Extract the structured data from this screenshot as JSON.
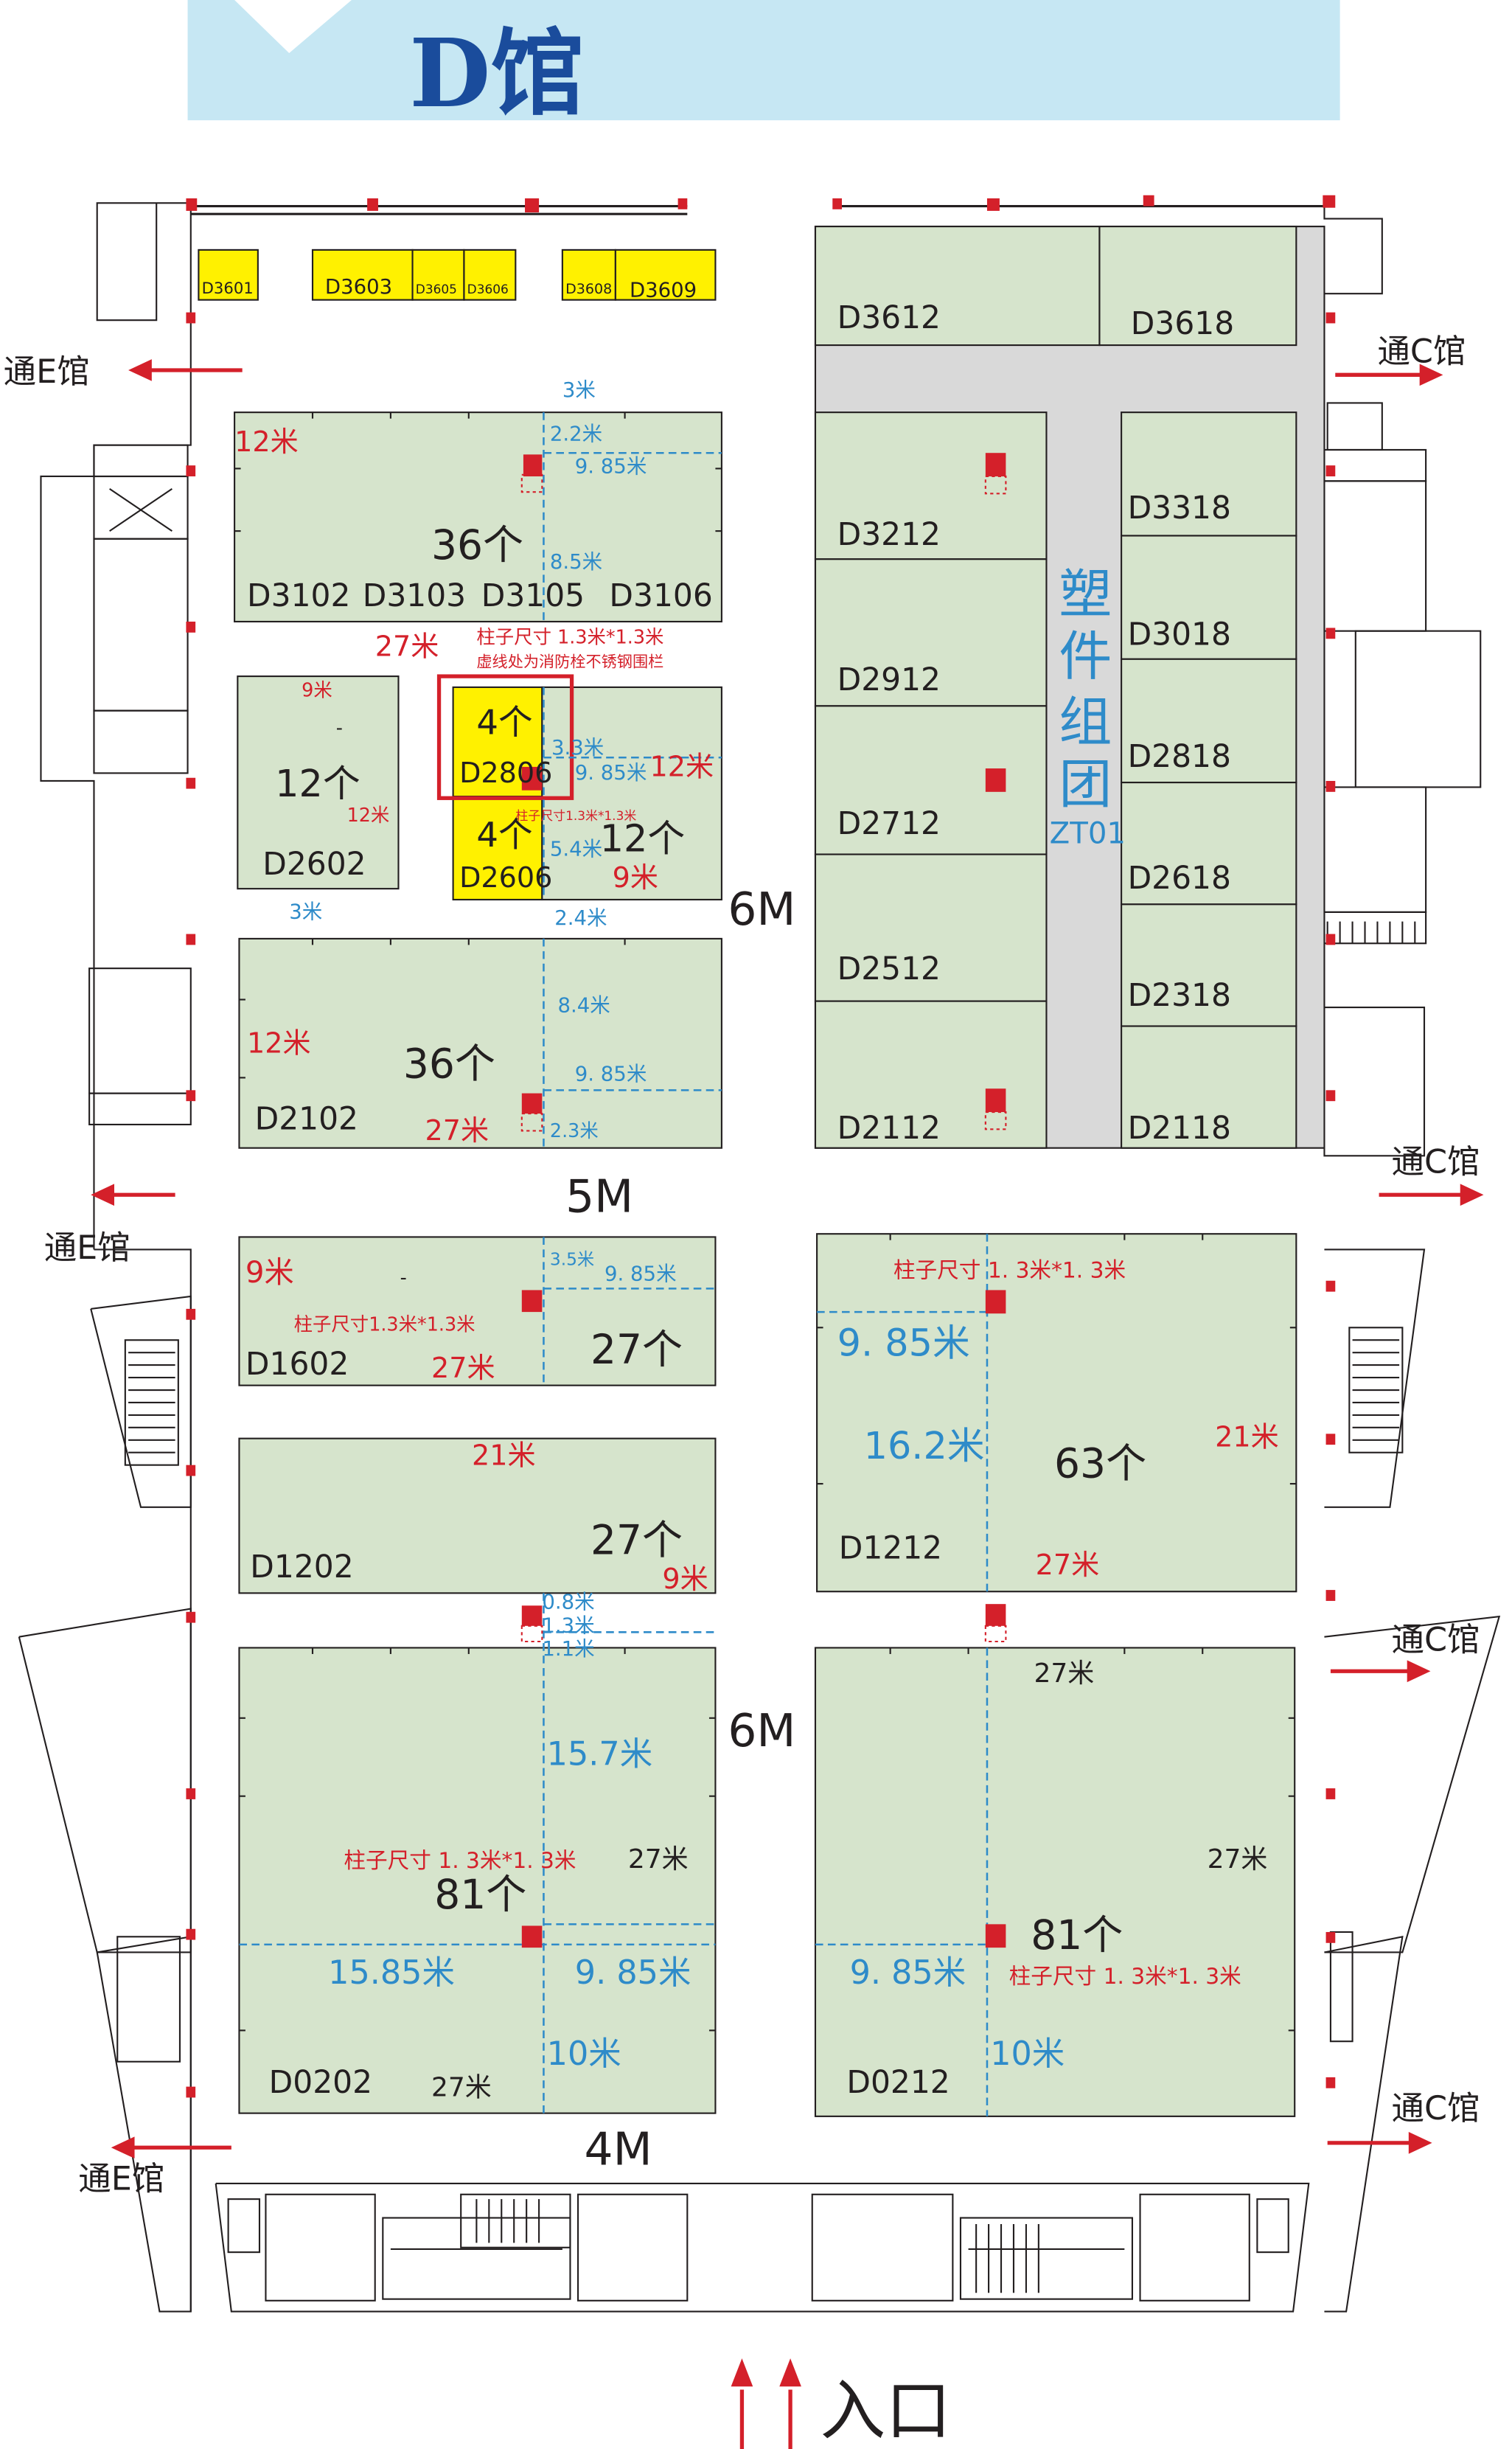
{
  "header": {
    "title": "D馆"
  },
  "exits": {
    "to_e": "通E馆",
    "to_c": "通C馆",
    "entrance": "入口"
  },
  "corridors": {
    "w6_top": "6M",
    "w5": "5M",
    "w6_mid": "6M",
    "w4": "4M"
  },
  "top_booths": [
    "D3601",
    "D3603",
    "D3605",
    "D3606",
    "D3608",
    "D3609"
  ],
  "left": {
    "b3102": {
      "ids": [
        "D3102",
        "D3103",
        "D3105",
        "D3106"
      ],
      "count": "36个",
      "dims": {
        "w3": "3米",
        "d22": "2.2米",
        "d985": "9. 85米",
        "d85": "8.5米",
        "h12": "12米",
        "w27": "27米"
      }
    },
    "pillar_note": "柱子尺寸 1.3米*1.3米",
    "fire_note": "虚线处为消防栓不锈钢围栏",
    "b2602": {
      "id": "D2602",
      "count": "12个",
      "w9": "9米",
      "h12": "12米",
      "dot": "-",
      "w3": "3米"
    },
    "b2806": {
      "id": "D2806",
      "count": "4个"
    },
    "b2606": {
      "id": "D2606",
      "count": "4个"
    },
    "b12": {
      "count": "12个",
      "d33": "3.3米",
      "d985": "9. 85米",
      "h12": "12米",
      "pillar": "柱子尺寸1.3米*1.3米",
      "d54": "5.4米",
      "w9": "9米",
      "d24": "2.4米"
    },
    "b2102": {
      "id": "D2102",
      "count": "36个",
      "d84": "8.4米",
      "d985": "9. 85米",
      "h12": "12米",
      "w27": "27米",
      "d23": "2.3米"
    },
    "b1602": {
      "id": "D1602",
      "count": "27个",
      "w9": "9米",
      "d35": "3.5米",
      "d985": "9. 85米",
      "pillar": "柱子尺寸1.3米*1.3米",
      "w27": "27米",
      "dot": "-"
    },
    "b1202": {
      "id": "D1202",
      "count": "27个",
      "w21": "21米",
      "w9": "9米"
    },
    "small_dims": {
      "d08": "0.8米",
      "d13": "1.3米",
      "d11": "1.1米"
    },
    "b0202": {
      "id": "D0202",
      "count": "81个",
      "d157": "15.7米",
      "pillar": "柱子尺寸 1. 3米*1. 3米",
      "h27": "27米",
      "d1585": "15.85米",
      "d985": "9. 85米",
      "d10": "10米",
      "w27": "27米"
    }
  },
  "right": {
    "b3612": "D3612",
    "b3618": "D3618",
    "b3212": "D3212",
    "b2912": "D2912",
    "b2712": "D2712",
    "b2512": "D2512",
    "b2112": "D2112",
    "b3318": "D3318",
    "b3018": "D3018",
    "b2818": "D2818",
    "b2618": "D2618",
    "b2318": "D2318",
    "b2118": "D2118",
    "group_chars": [
      "塑",
      "件",
      "组",
      "团"
    ],
    "group_code": "ZT01",
    "b1212": {
      "id": "D1212",
      "count": "63个",
      "pillar": "柱子尺寸 1. 3米*1. 3米",
      "d985": "9. 85米",
      "d162": "16.2米",
      "h21": "21米",
      "w27": "27米"
    },
    "b0212": {
      "id": "D0212",
      "count": "81个",
      "w27": "27米",
      "h27": "27米",
      "d985": "9. 85米",
      "pillar": "柱子尺寸 1. 3米*1. 3米",
      "d10": "10米"
    }
  },
  "colors": {
    "booth": "#d6e4cc",
    "aisle": "#d9d9d9",
    "yellow": "#fff100",
    "banner": "#c6e7f3",
    "red": "#d4202a",
    "blue": "#2e8bc9",
    "title": "#1a4c9c"
  }
}
